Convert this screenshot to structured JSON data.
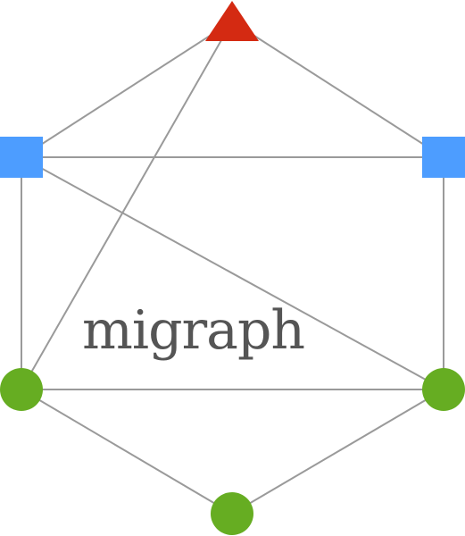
{
  "logo": {
    "wordmark": "migraph",
    "colors": {
      "triangle": "#d42a12",
      "square": "#4d9dff",
      "circle": "#66ad22",
      "edge": "#9a9a9a",
      "text": "#555555"
    },
    "nodes": [
      {
        "id": "top",
        "shape": "triangle",
        "color": "#d42a12"
      },
      {
        "id": "left-upper",
        "shape": "square",
        "color": "#4d9dff"
      },
      {
        "id": "right-upper",
        "shape": "square",
        "color": "#4d9dff"
      },
      {
        "id": "left-lower",
        "shape": "circle",
        "color": "#66ad22"
      },
      {
        "id": "right-lower",
        "shape": "circle",
        "color": "#66ad22"
      },
      {
        "id": "bottom",
        "shape": "circle",
        "color": "#66ad22"
      }
    ],
    "edges": [
      [
        "top",
        "left-upper"
      ],
      [
        "top",
        "right-upper"
      ],
      [
        "top",
        "left-lower"
      ],
      [
        "left-upper",
        "right-upper"
      ],
      [
        "left-upper",
        "left-lower"
      ],
      [
        "left-upper",
        "right-lower"
      ],
      [
        "right-upper",
        "right-lower"
      ],
      [
        "left-lower",
        "right-lower"
      ],
      [
        "left-lower",
        "bottom"
      ],
      [
        "right-lower",
        "bottom"
      ]
    ]
  }
}
